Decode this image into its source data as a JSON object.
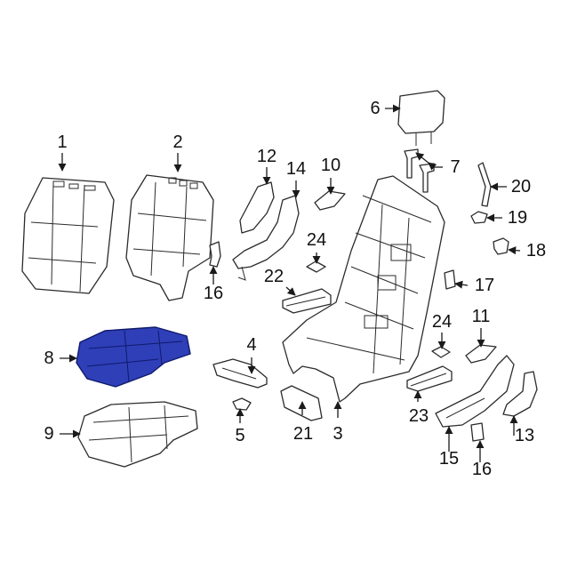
{
  "colors": {
    "highlight": "#2e3fb8",
    "line": "#2b2b2b",
    "background": "#ffffff"
  },
  "callouts": {
    "p1": "1",
    "p2": "2",
    "p3": "3",
    "p4": "4",
    "p5": "5",
    "p6": "6",
    "p7": "7",
    "p8": "8",
    "p9": "9",
    "p10": "10",
    "p11": "11",
    "p12": "12",
    "p13": "13",
    "p14": "14",
    "p15": "15",
    "p16a": "16",
    "p16b": "16",
    "p17": "17",
    "p18": "18",
    "p19": "19",
    "p20": "20",
    "p21": "21",
    "p22": "22",
    "p23": "23",
    "p24a": "24",
    "p24b": "24"
  }
}
